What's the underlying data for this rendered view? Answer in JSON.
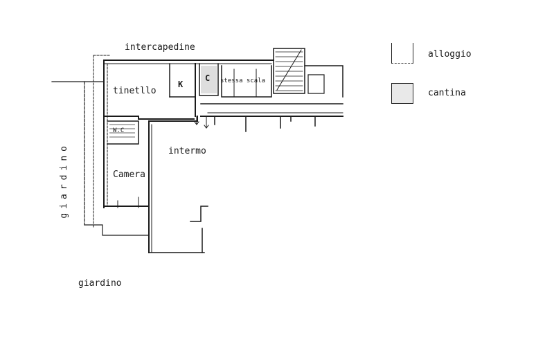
{
  "labels": {
    "intercapedine": "intercapedine",
    "tinello": "tinetllo",
    "kitchen": "K",
    "bath": "C",
    "stairs_text": "stessa scala",
    "wc": "W.C",
    "interno": "intermo",
    "camera": "Camera",
    "giardino_left": "giardino",
    "giardino_bottom": "giardino"
  },
  "legend": {
    "alloggio": "alloggio",
    "cantina": "cantina"
  },
  "colors": {
    "ink": "#1a1a1a",
    "background": "#ffffff",
    "cantina_fill": "#e9e9e9"
  }
}
